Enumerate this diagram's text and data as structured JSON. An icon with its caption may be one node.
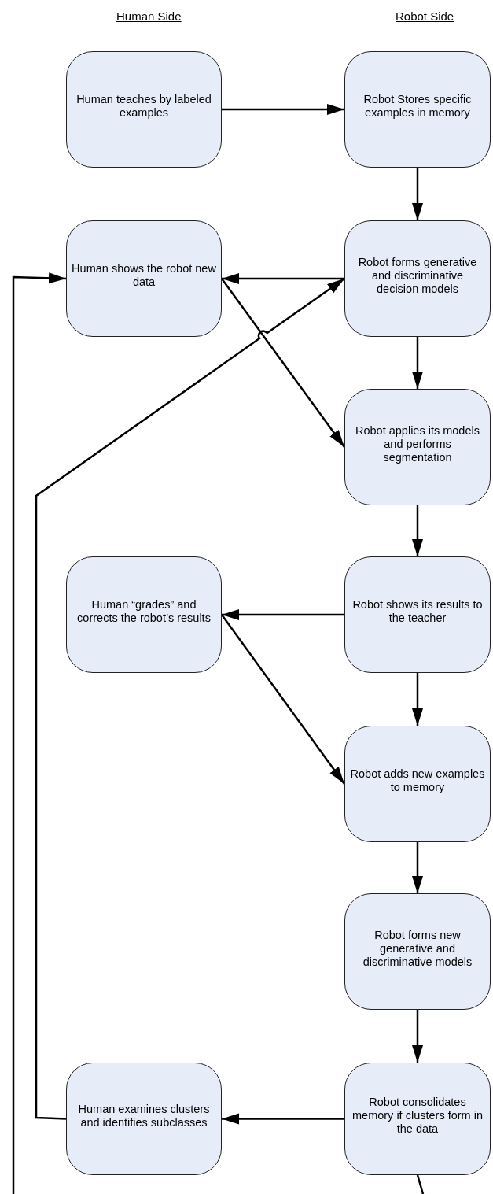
{
  "diagram": {
    "nodes": [
      {
        "text": [
          "Human teaches by labeled examples"
        ]
      },
      {
        "text": [
          "Robot Stores specific examples in memory"
        ]
      },
      {
        "text": [
          "Human shows the robot new data"
        ]
      },
      {
        "text": [
          "Robot forms generative and discriminative decision models"
        ]
      },
      {
        "text": [
          "Robot applies its models and performs segmentation"
        ]
      },
      {
        "text": [
          "Human “grades” and corrects the robot’s results"
        ]
      },
      {
        "text": [
          "Robot shows its results to the teacher"
        ]
      },
      {
        "text": [
          "Robot adds new examples to memory"
        ]
      },
      {
        "text": [
          "Robot forms new generative and discriminative models"
        ]
      },
      {
        "text": [
          "Human examines clusters and identifies subclasses"
        ]
      },
      {
        "text": [
          "Robot consolidates memory if clusters form in the data"
        ]
      }
    ],
    "edges": [
      {
        "from": 0,
        "to": 1,
        "arrow": "to"
      },
      {
        "from": 1,
        "to": 3,
        "arrow": "to"
      },
      {
        "from": 3,
        "to": 2,
        "arrow": "to"
      },
      {
        "from": 2,
        "to": 4,
        "arrow": "to"
      },
      {
        "from": 3,
        "to": 4,
        "arrow": "to"
      },
      {
        "from": 4,
        "to": 6,
        "arrow": "to"
      },
      {
        "from": 6,
        "to": 5,
        "arrow": "to"
      },
      {
        "from": 5,
        "to": 7,
        "arrow": "to"
      },
      {
        "from": 6,
        "to": 7,
        "arrow": "to"
      },
      {
        "from": 7,
        "to": 8,
        "arrow": "to"
      },
      {
        "from": 8,
        "to": 10,
        "arrow": "to"
      },
      {
        "from": 10,
        "to": 9,
        "arrow": "to"
      },
      {
        "from": 9,
        "to": 3,
        "arrow": "to"
      },
      {
        "from": 10,
        "to": null,
        "arrow": "none"
      },
      {
        "from": null,
        "to": 2,
        "arrow": "to"
      }
    ],
    "labels": [
      "Human Side",
      "Robot Side"
    ]
  }
}
